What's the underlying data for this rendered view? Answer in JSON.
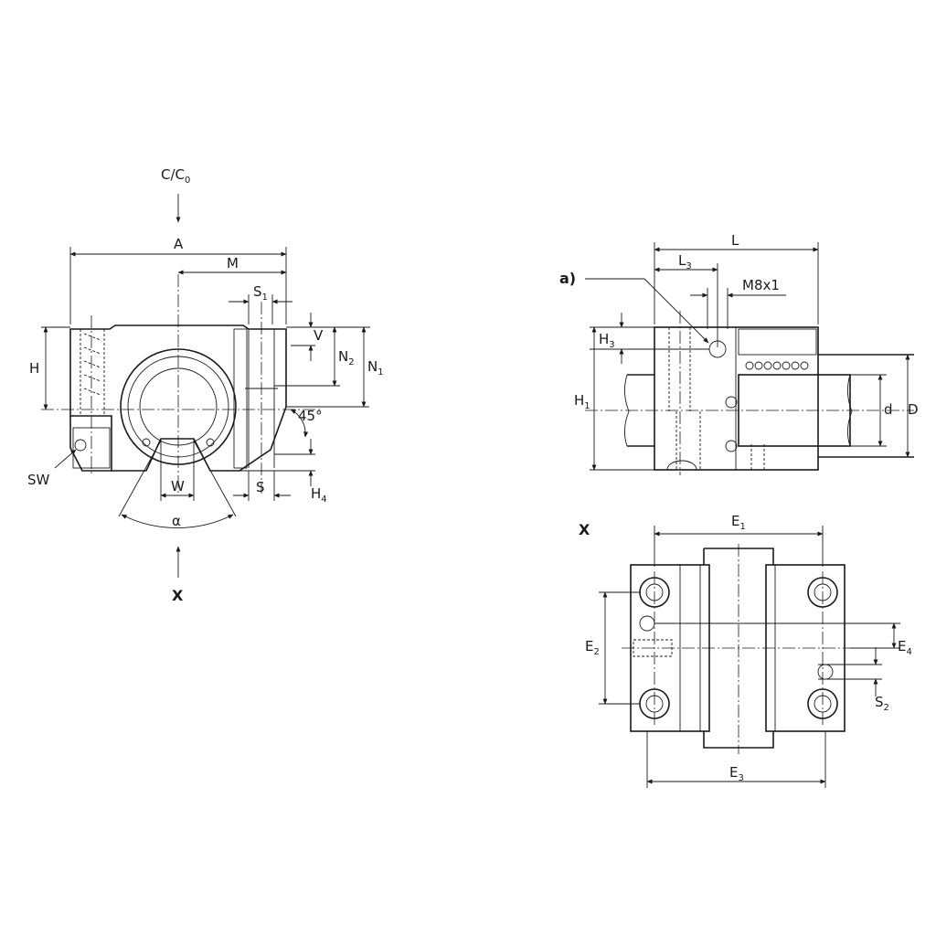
{
  "labels": {
    "load": "C/C",
    "load_sub": "0",
    "A": "A",
    "M": "M",
    "S1": "S",
    "S1_sub": "1",
    "H": "H",
    "V": "V",
    "N2": "N",
    "N2_sub": "2",
    "N1": "N",
    "N1_sub": "1",
    "angle45": "45°",
    "SW": "SW",
    "W": "W",
    "S": "S",
    "H4": "H",
    "H4_sub": "4",
    "alpha": "α",
    "X_arrow": "X",
    "L": "L",
    "a": "a)",
    "L3": "L",
    "L3_sub": "3",
    "M8x1": "M8x1",
    "H3": "H",
    "H3_sub": "3",
    "H1": "H",
    "H1_sub": "1",
    "d": "d",
    "D": "D",
    "X_view": "X",
    "E1": "E",
    "E1_sub": "1",
    "E2": "E",
    "E2_sub": "2",
    "E4": "E",
    "E4_sub": "4",
    "S2": "S",
    "S2_sub": "2",
    "E3": "E",
    "E3_sub": "3"
  }
}
